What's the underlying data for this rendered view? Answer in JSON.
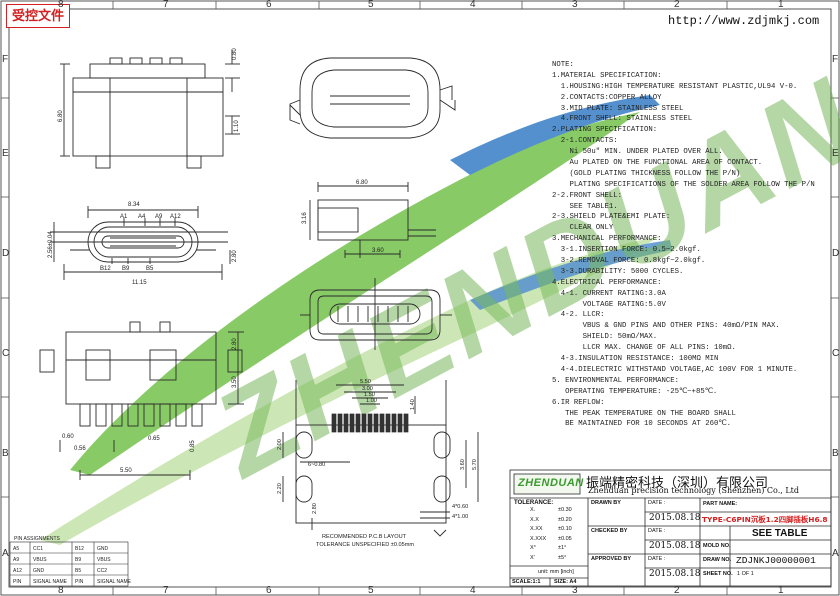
{
  "stamp": "受控文件",
  "url": "http://www.zdjmkj.com",
  "watermark": "ZHENDUAN",
  "frame": {
    "cols_top": [
      "8",
      "7",
      "6",
      "5",
      "4",
      "3",
      "2",
      "1"
    ],
    "cols_bottom": [
      "8",
      "7",
      "6",
      "5",
      "4",
      "3",
      "2",
      "1"
    ],
    "rows_left": [
      "F",
      "E",
      "D",
      "C",
      "B",
      "A"
    ],
    "rows_right": [
      "F",
      "E",
      "D",
      "C",
      "B",
      "A"
    ]
  },
  "notes": [
    "NOTE:",
    "1.MATERIAL SPECIFICATION:",
    "  1.HOUSING:HIGH TEMPERATURE RESISTANT PLASTIC,UL94 V-0.",
    "  2.CONTACTS:COPPER ALLOY",
    "  3.MID PLATE: STAINLESS STEEL",
    "  4.FRONT SHELL: STAINLESS STEEL",
    "2.PLATING SPECIFICATION:",
    "  2-1.CONTACTS:",
    "    Ni 50u\" MIN. UNDER PLATED OVER ALL.",
    "    Au PLATED ON THE FUNCTIONAL AREA OF CONTACT.",
    "    (GOLD PLATING THICKNESS FOLLOW THE P/N)",
    "    PLATING SPECIFICATIONS OF THE SOLDER AREA FOLLOW THE P/N",
    "2-2.FRONT SHELL:",
    "    SEE TABLE1.",
    "2-3.SHIELD PLATE&EMI PLATE:",
    "    CLEAR ONLY",
    "3.MECHANICAL PERFORMANCE:",
    "  3-1.INSERTION FORCE: 0.5~2.0kgf.",
    "  3-2.REMOVAL FORCE: 0.8kgf~2.0kgf.",
    "  3-3.DURABILITY: 5000 CYCLES.",
    "4.ELECTRICAL PERFORMANCE:",
    "  4-1. CURRENT RATING:3.0A",
    "       VOLTAGE RATING:5.0V",
    "  4-2. LLCR:",
    "       VBUS & GND PINS AND OTHER PINS: 40mΩ/PIN MAX.",
    "       SHIELD: 50mΩ/MAX.",
    "       LLCR MAX. CHANGE OF ALL PINS: 10mΩ.",
    "  4-3.INSULATION RESISTANCE: 100MΩ MIN",
    "  4-4.DIELECTRIC WITHSTAND VOLTAGE,AC 100V FOR 1 MINUTE.",
    "5. ENVIRONMENTAL PERFORMANCE:",
    "   OPERATING TEMPERATURE: -25℃~+85℃.",
    "6.IR REFLOW:",
    "   THE PEAK TEMPERATURE ON THE BOARD SHALL",
    "   BE MAINTAINED FOR 10 SECONDS AT 260℃."
  ],
  "dimensions": {
    "top_view": {
      "d080": "0.80",
      "d680": "6.80",
      "d110": "1.10"
    },
    "front_view": {
      "d834": "8.34",
      "d256": "2.56±0.04",
      "d280": "2.80",
      "d1115": "11.15"
    },
    "front_pins_top": [
      "A1",
      "A4",
      "A9",
      "A12"
    ],
    "front_pins_bottom": [
      "B12",
      "B9",
      "B5"
    ],
    "side_view": {
      "d680": "6.80",
      "d316": "3.16",
      "d360": "3.60"
    },
    "bottom_view": {
      "d280": "2.80",
      "d350": "3.50",
      "d060": "0.60",
      "d056": "0.56",
      "d065": "0.65",
      "d085": "0.85",
      "d550": "5.50"
    },
    "pcb": {
      "d550": "5.50",
      "d300": "3.00",
      "d150": "1.50",
      "d100": "1.00",
      "d140": "1.40",
      "d200": "2.00",
      "d220": "2.20",
      "d680": "6~0.80",
      "d360": "3.60",
      "d570": "5.70",
      "d280": "2.80",
      "d4060": "4*0.60",
      "d4100": "4*1.00"
    }
  },
  "layout_label": "RECOMMENDED P.C.B LAYOUT",
  "tolerance_note": "TOLERANCE UNSPECIFIED ±0.05mm",
  "pin_table": {
    "title": "PIN ASSIGNMENTS",
    "rows": [
      [
        "A5",
        "CC1",
        "B12",
        "GND"
      ],
      [
        "A9",
        "VBUS",
        "B9",
        "VBUS"
      ],
      [
        "A12",
        "GND",
        "B5",
        "CC2"
      ],
      [
        "PIN",
        "SIGNAL NAME",
        "PIN",
        "SIGNAL NAME"
      ]
    ]
  },
  "title_block": {
    "company_cn": "振端精密科技（深圳）有限公司",
    "company_en": "Zhenduan precision technology (Shenzhen) Co., Ltd",
    "logo_text": "ZHENDUAN",
    "tolerance_label": "TOLERANCE:",
    "tol_rows": [
      [
        "X.",
        "±0.30"
      ],
      [
        "X.X",
        "±0.20"
      ],
      [
        "X.XX",
        "±0.10"
      ],
      [
        "X.XXX",
        "±0.05"
      ],
      [
        "X°",
        "±1°"
      ],
      [
        "X'",
        "±5°"
      ]
    ],
    "unit_label": "unit:  mm [inch]",
    "scale": "SCALE:1:1",
    "size": "SIZE: A4",
    "drawn_by_label": "DRAWN BY",
    "checked_by_label": "CHECKED BY",
    "approved_by_label": "APPROVED BY",
    "date_label": "DATE :",
    "date1": "2015.08.18",
    "date2": "2015.08.18",
    "date3": "2015.08.18",
    "part_name_label": "PART NAME:",
    "part_name": "TYPE-C6PIN沉板1.2四脚插板H6.8",
    "mold_no_label": "MOLD NO.",
    "mold_no": "SEE TABLE",
    "draw_no_label": "DRAW NO.",
    "draw_no": "ZDJNKJ00000001",
    "sheet_no_label": "SHEET NO.",
    "sheet_no": "1 OF 1"
  },
  "colors": {
    "line": "#2a2a2a",
    "watermark_green": "#5fae3a",
    "watermark_blue": "#2f78c4",
    "stamp_red": "#d42020"
  }
}
